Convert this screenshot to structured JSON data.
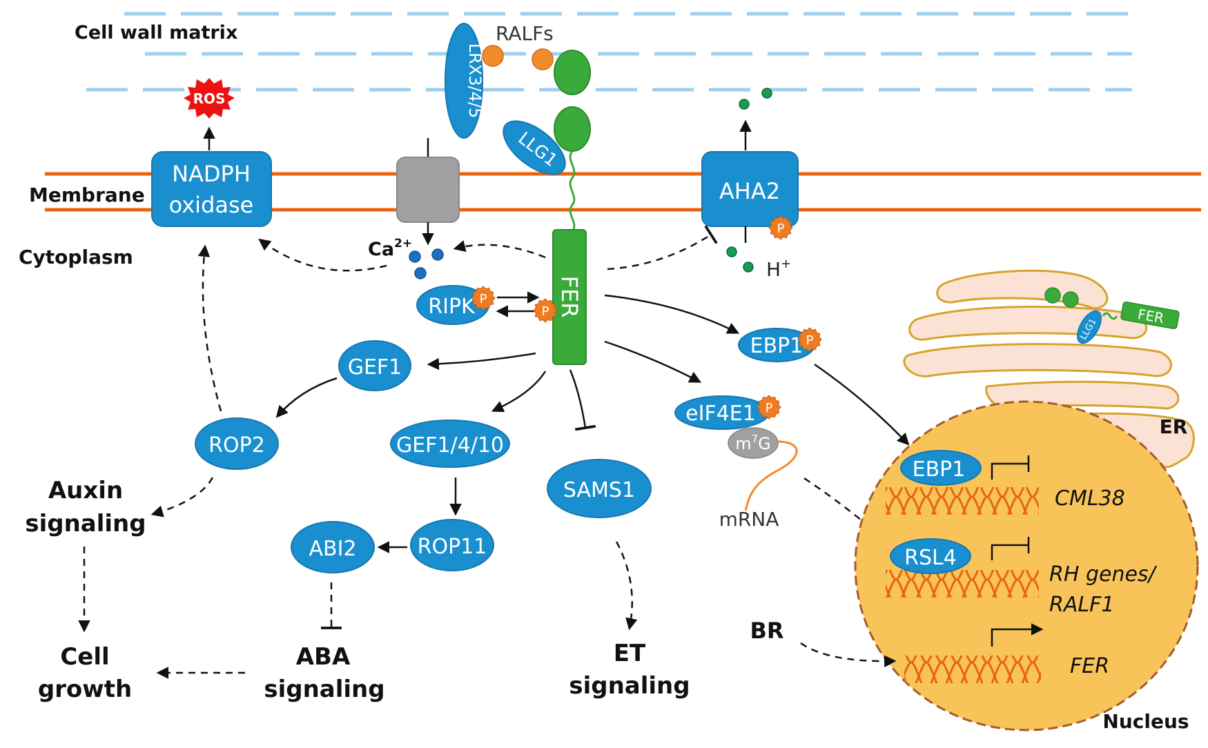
{
  "regions": {
    "cell_wall": "Cell wall matrix",
    "membrane": "Membrane",
    "cytoplasm": "Cytoplasm",
    "er": "ER",
    "nucleus": "Nucleus"
  },
  "molecules": {
    "ralfs": "RALFs",
    "lrx": "LRX3/4/5",
    "llg1": "LLG1",
    "ros": "ROS",
    "nadph_line1": "NADPH",
    "nadph_line2": "oxidase",
    "aha2": "AHA2",
    "ca_base": "Ca",
    "ca_sup": "2+",
    "h_base": "H",
    "h_sup": "+",
    "fer": "FER",
    "ripk": "RIPK",
    "phospho": "P",
    "gef1": "GEF1",
    "rop2": "ROP2",
    "gef1410": "GEF1/4/10",
    "rop11": "ROP11",
    "abi2": "ABI2",
    "sams1": "SAMS1",
    "ebp1": "EBP1",
    "eif4e1": "eIF4E1",
    "m7g_base": "m",
    "m7g_sup": "7",
    "m7g_end": "G",
    "mrna": "mRNA",
    "rsl4": "RSL4",
    "br": "BR",
    "er_llg1": "LLG1",
    "er_fer": "FER"
  },
  "outputs": {
    "auxin_line1": "Auxin",
    "auxin_line2": "signaling",
    "cell_growth_line1": "Cell",
    "cell_growth_line2": "growth",
    "aba_line1": "ABA",
    "aba_line2": "signaling",
    "et_line1": "ET",
    "et_line2": "signaling"
  },
  "genes": {
    "cml38": "CML38",
    "rh_line1": "RH genes/",
    "rh_line2": "RALF1",
    "fer_gene": "FER"
  },
  "colors": {
    "protein": "#1a8fd0",
    "protein_stroke": "#1577b0",
    "fer_green": "#3aaa3a",
    "membrane": "#e8650f",
    "wall": "#9fcfee",
    "ralf": "#f28a2e",
    "phospho": "#f07c22",
    "ros": "#ee1111",
    "channel": "#a0a0a0",
    "nucleus": "#f8c45a",
    "er_fill": "#fbe2d5",
    "er_stroke": "#d6a32a",
    "ion_ca": "#1e6fc0",
    "ion_h": "#1a9a55"
  }
}
